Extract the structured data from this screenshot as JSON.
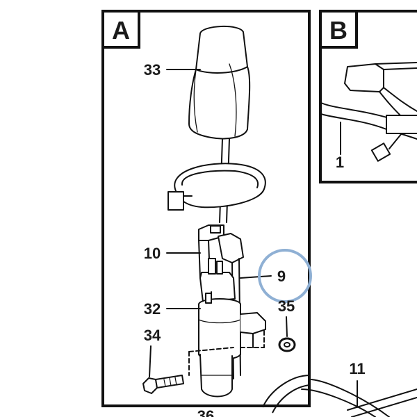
{
  "panels": {
    "a": {
      "letter": "A"
    },
    "b": {
      "letter": "B"
    }
  },
  "callouts": {
    "c33": "33",
    "c10": "10",
    "c9": "9",
    "c32": "32",
    "c35": "35",
    "c34": "34",
    "c11": "11",
    "c1": "1",
    "c36": "36"
  },
  "highlight_color": "#8fb0d4"
}
